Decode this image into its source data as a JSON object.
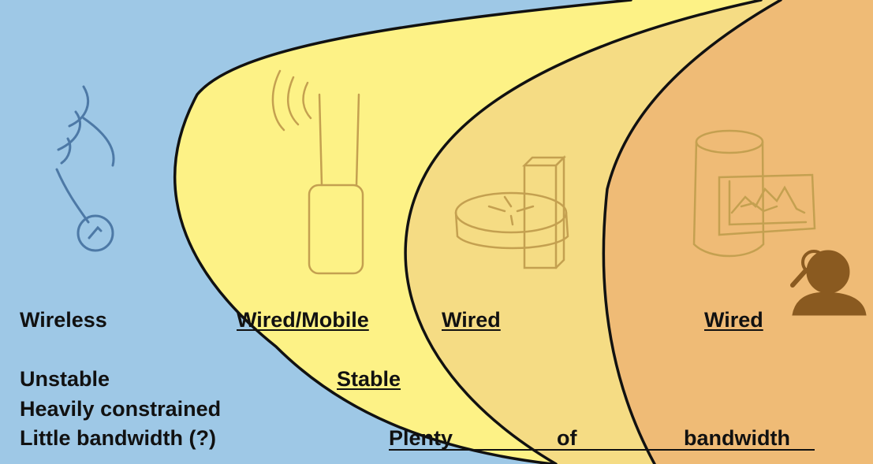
{
  "colors": {
    "zone_wireless": "#9ec8e6",
    "zone_wired_mobile": "#fdf286",
    "zone_wired": "#f5dc84",
    "zone_wired_far": "#efbb76",
    "outline": "#111111",
    "wireless_icon": "#4d79a6",
    "sketch_icon": "#c4a050",
    "person_icon": "#8a5a20"
  },
  "zones": [
    {
      "icon": "wireless-sensor-icon",
      "label": "Wireless"
    },
    {
      "icon": "access-point-icon",
      "label": "Wired/Mobile"
    },
    {
      "icon": "router-icon",
      "label": "Wired"
    },
    {
      "icon": "server-monitor-icon",
      "label": "Wired"
    }
  ],
  "extra_icons": [
    "person-with-magnifier-icon"
  ],
  "properties": {
    "unstable": "Unstable",
    "heavily_constrained": "Heavily constrained",
    "little_bandwidth": "Little bandwidth (?)",
    "stable": "Stable",
    "plenty_words": [
      "Plenty",
      "of",
      "bandwidth"
    ]
  }
}
